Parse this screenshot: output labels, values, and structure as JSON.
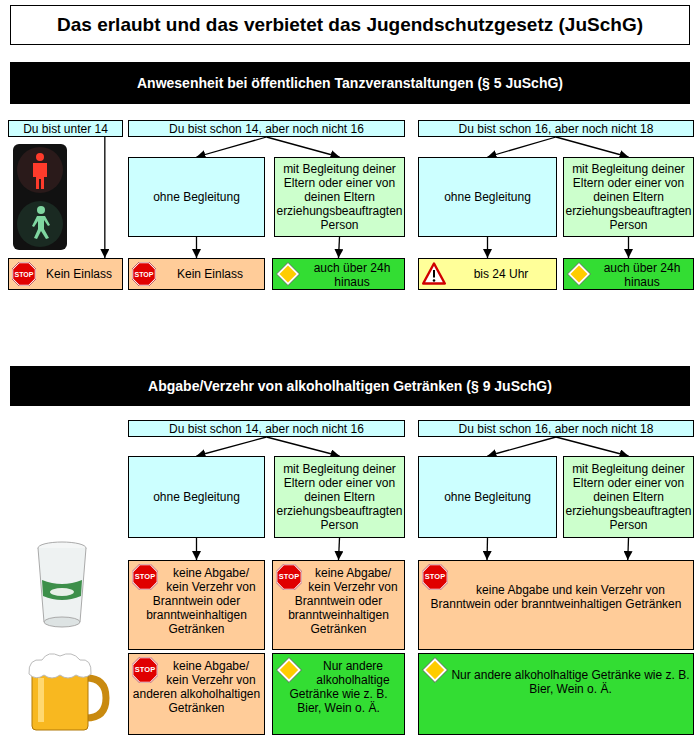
{
  "diagram": {
    "title": "Das erlaubt und das verbietet das Jugendschutzgesetz (JuSchG)",
    "nodes": [
      {
        "text": [
          "Anwesenheit bei öffentlichen Tanzveranstaltungen (§ 5 JuSchG)"
        ]
      },
      {
        "text": [
          "Du bist unter 14"
        ]
      },
      {
        "text": [
          "Du bist schon 14, aber noch nicht 16"
        ]
      },
      {
        "text": [
          "Du bist schon 16, aber noch nicht 18"
        ]
      },
      {
        "text": [
          "ohne Begleitung"
        ]
      },
      {
        "text": [
          "mit Begleitung deiner Eltern oder einer von deinen Eltern erziehungsbeauftragten Person"
        ]
      },
      {
        "text": [
          "ohne Begleitung"
        ]
      },
      {
        "text": [
          "mit Begleitung deiner Eltern oder einer von deinen Eltern erziehungsbeauftragten Person"
        ]
      },
      {
        "text": [
          "Kein Einlass"
        ]
      },
      {
        "text": [
          "Kein Einlass"
        ]
      },
      {
        "text": [
          "auch über 24h hinaus"
        ]
      },
      {
        "text": [
          "bis 24 Uhr"
        ]
      },
      {
        "text": [
          "auch über 24h hinaus"
        ]
      },
      {
        "text": [
          "Abgabe/Verzehr von alkoholhaltigen Getränken (§ 9 JuSchG)"
        ]
      },
      {
        "text": [
          "Du bist schon 14, aber noch nicht 16"
        ]
      },
      {
        "text": [
          "Du bist schon 16, aber noch nicht 18"
        ]
      },
      {
        "text": [
          "ohne Begleitung"
        ]
      },
      {
        "text": [
          "mit Begleitung deiner Eltern oder einer von deinen Eltern erziehungsbeauftragten Person"
        ]
      },
      {
        "text": [
          "ohne Begleitung"
        ]
      },
      {
        "text": [
          "mit Begleitung deiner Eltern oder einer von deinen Eltern erziehungsbeauftragten Person"
        ]
      },
      {
        "text": [
          "keine Abgabe/ kein Verzehr von Branntwein oder branntweinhaltigen Getränken"
        ]
      },
      {
        "text": [
          "keine Abgabe/ kein Verzehr von Branntwein oder branntweinhaltigen Getränken"
        ]
      },
      {
        "text": [
          "keine Abgabe und kein Verzehr von Branntwein oder branntweinhaltigen Getränken"
        ]
      },
      {
        "text": [
          "keine Abgabe/ kein Verzehr von anderen alkoholhaltigen Getränken"
        ]
      },
      {
        "text": [
          "Nur andere alkoholhaltige Getränke wie z. B. Bier, Wein o. Ä."
        ]
      },
      {
        "text": [
          "Nur andere alkoholhaltige Getränke wie z. B. Bier, Wein o. Ä."
        ]
      }
    ],
    "edges": [
      {
        "from": 1,
        "to": 8,
        "arrow": "to"
      },
      {
        "from": 2,
        "to": 4,
        "arrow": "to"
      },
      {
        "from": 2,
        "to": 5,
        "arrow": "to"
      },
      {
        "from": 3,
        "to": 6,
        "arrow": "to"
      },
      {
        "from": 3,
        "to": 7,
        "arrow": "to"
      },
      {
        "from": 4,
        "to": 9,
        "arrow": "to"
      },
      {
        "from": 5,
        "to": 10,
        "arrow": "to"
      },
      {
        "from": 6,
        "to": 11,
        "arrow": "to"
      },
      {
        "from": 7,
        "to": 12,
        "arrow": "to"
      },
      {
        "from": 14,
        "to": 16,
        "arrow": "to"
      },
      {
        "from": 14,
        "to": 17,
        "arrow": "to"
      },
      {
        "from": 15,
        "to": 18,
        "arrow": "to"
      },
      {
        "from": 15,
        "to": 19,
        "arrow": "to"
      },
      {
        "from": 16,
        "to": 20,
        "arrow": "to"
      },
      {
        "from": 17,
        "to": 21,
        "arrow": "to"
      },
      {
        "from": 18,
        "to": 22,
        "arrow": "to"
      },
      {
        "from": 19,
        "to": 22,
        "arrow": "to"
      }
    ],
    "labels": [
      "STOP",
      "STOP",
      "STOP",
      "STOP",
      "STOP",
      "STOP"
    ]
  }
}
